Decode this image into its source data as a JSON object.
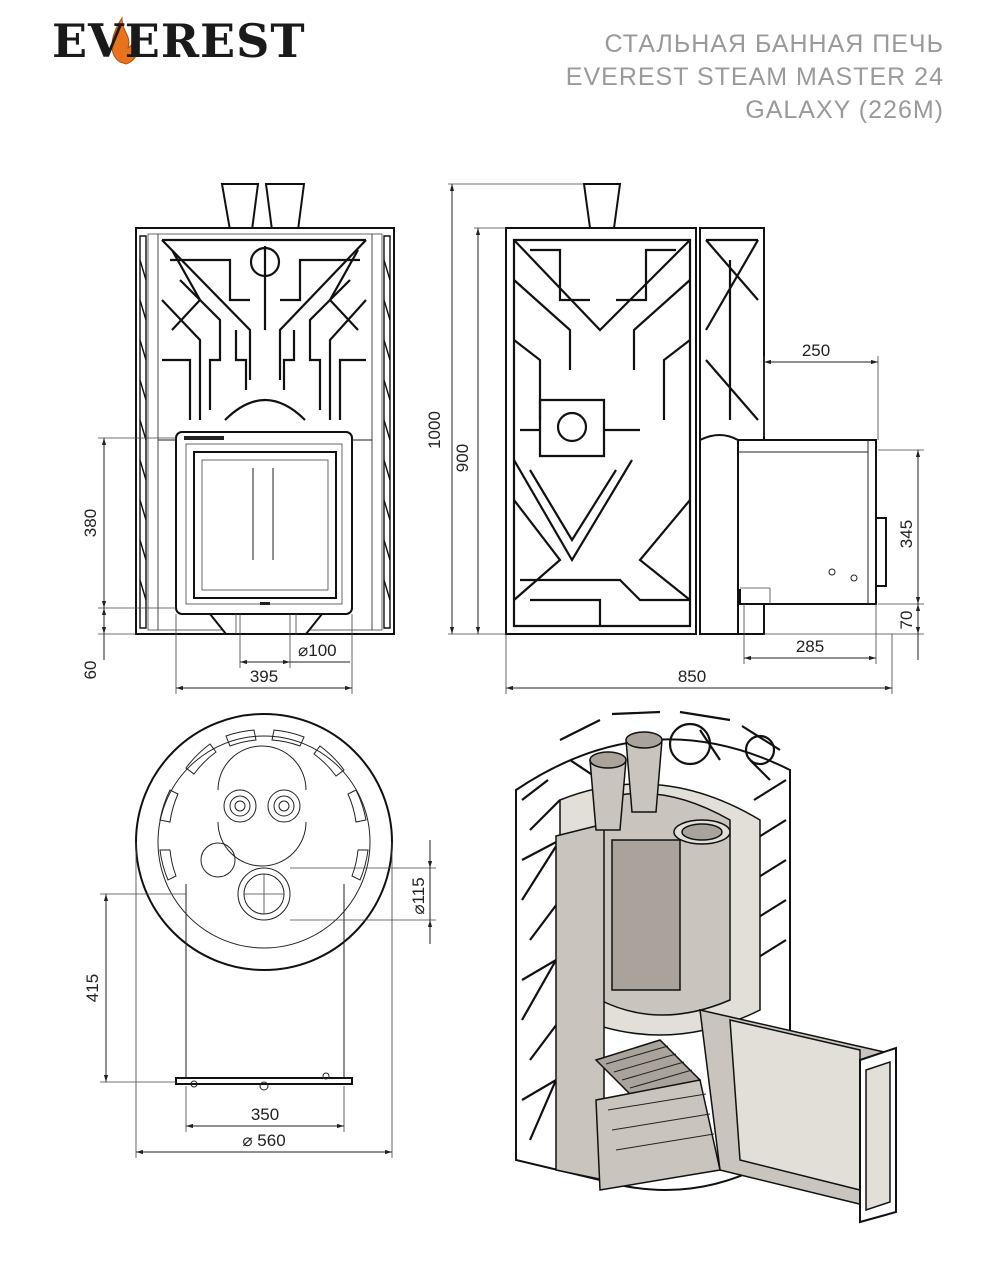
{
  "brand": {
    "logo_text": "EVEREST",
    "flame_color": "#e8731c"
  },
  "title_lines": [
    "СТАЛЬНАЯ БАННАЯ ПЕЧЬ",
    "EVEREST STEAM MASTER 24",
    "GALAXY (226M)"
  ],
  "front_view": {
    "d_380": "380",
    "d_60": "60",
    "d_100": "⌀100",
    "d_395": "395"
  },
  "side_view": {
    "d_1000": "1000",
    "d_900": "900",
    "d_250": "250",
    "d_345": "345",
    "d_70": "70",
    "d_285": "285",
    "d_850": "850"
  },
  "top_view": {
    "d_415": "415",
    "d_115": "⌀115",
    "d_350": "350",
    "d_560": "⌀ 560"
  },
  "colors": {
    "line": "#222222",
    "title_grey": "#9a9a9a",
    "cutaway_grey": "#c9c4bd"
  }
}
